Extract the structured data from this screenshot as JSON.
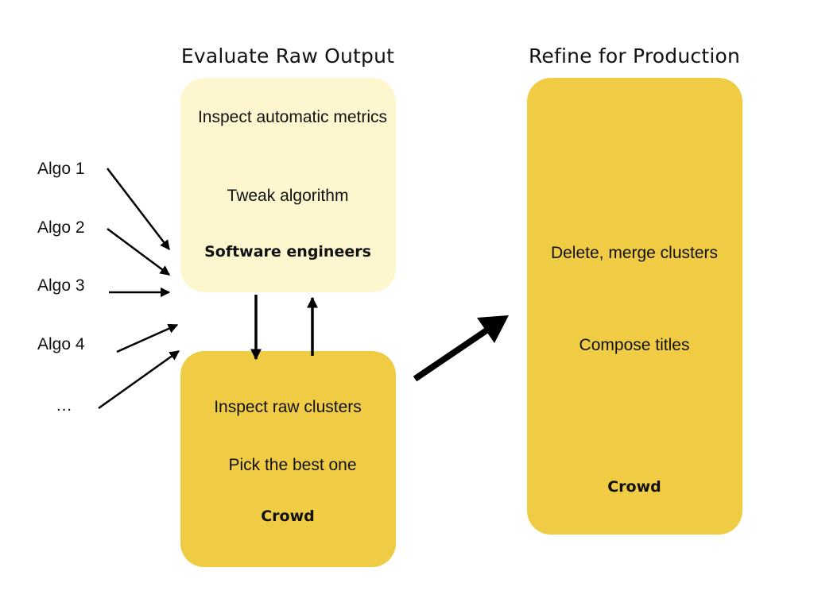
{
  "colors": {
    "pale_yellow": "#fdf6cf",
    "gold": "#f0cc45",
    "arrow": "#000000"
  },
  "headings": {
    "evaluate": "Evaluate Raw Output",
    "refine": "Refine for Production"
  },
  "inputs": [
    "Algo 1",
    "Algo 2",
    "Algo 3",
    "Algo 4",
    "…"
  ],
  "engineers_box": {
    "step1": "Inspect automatic metrics",
    "step2": "Tweak algorithm",
    "actor": "Software engineers"
  },
  "crowd_box": {
    "step1": "Inspect raw clusters",
    "step2": "Pick the best one",
    "actor": "Crowd"
  },
  "production_box": {
    "step1": "Delete, merge clusters",
    "step2": "Compose titles",
    "actor": "Crowd"
  }
}
